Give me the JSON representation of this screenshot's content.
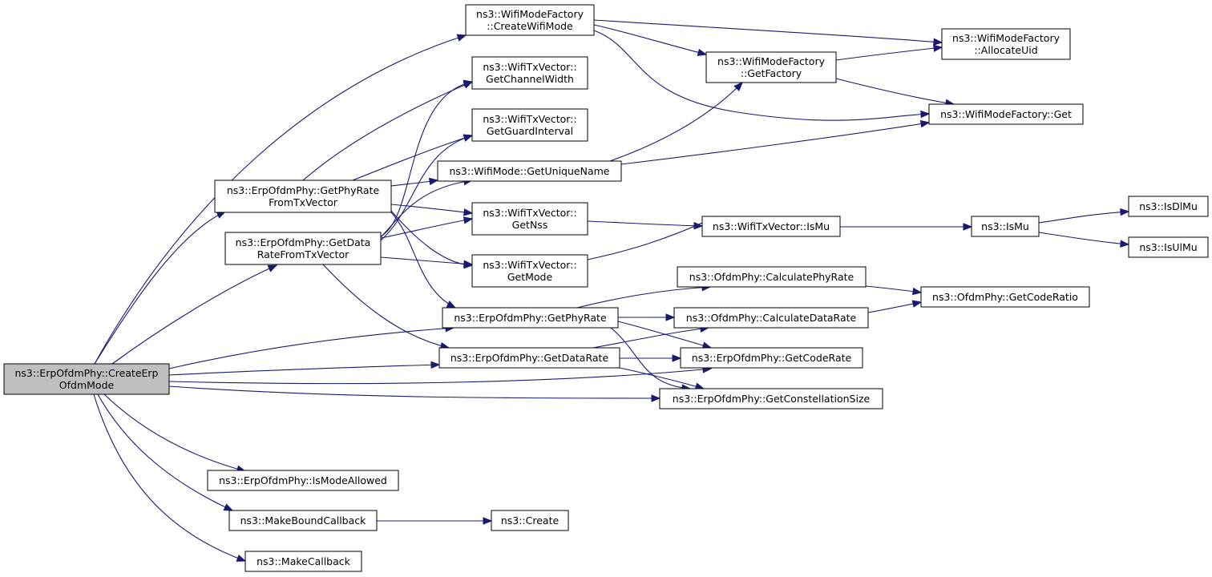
{
  "graph": {
    "focus_node": "n_createerp",
    "nodes": [
      {
        "id": "n_createerp",
        "lines": [
          "ns3::ErpOfdmPhy::CreateErp",
          "OfdmMode"
        ]
      },
      {
        "id": "n_createwifimode",
        "lines": [
          "ns3::WifiModeFactory",
          "::CreateWifiMode"
        ]
      },
      {
        "id": "n_allocateuid",
        "lines": [
          "ns3::WifiModeFactory",
          "::AllocateUid"
        ]
      },
      {
        "id": "n_getfactory",
        "lines": [
          "ns3::WifiModeFactory",
          "::GetFactory"
        ]
      },
      {
        "id": "n_wmfget",
        "lines": [
          "ns3::WifiModeFactory::Get"
        ]
      },
      {
        "id": "n_getchannelwidth",
        "lines": [
          "ns3::WifiTxVector::",
          "GetChannelWidth"
        ]
      },
      {
        "id": "n_getguardinterval",
        "lines": [
          "ns3::WifiTxVector::",
          "GetGuardInterval"
        ]
      },
      {
        "id": "n_getuniquename",
        "lines": [
          "ns3::WifiMode::GetUniqueName"
        ]
      },
      {
        "id": "n_getphyratefromtx",
        "lines": [
          "ns3::ErpOfdmPhy::GetPhyRate",
          "FromTxVector"
        ]
      },
      {
        "id": "n_getdataratefromtx",
        "lines": [
          "ns3::ErpOfdmPhy::GetData",
          "RateFromTxVector"
        ]
      },
      {
        "id": "n_getnss",
        "lines": [
          "ns3::WifiTxVector::",
          "GetNss"
        ]
      },
      {
        "id": "n_getmode",
        "lines": [
          "ns3::WifiTxVector::",
          "GetMode"
        ]
      },
      {
        "id": "n_txismu",
        "lines": [
          "ns3::WifiTxVector::IsMu"
        ]
      },
      {
        "id": "n_ismu",
        "lines": [
          "ns3::IsMu"
        ]
      },
      {
        "id": "n_isdlmu",
        "lines": [
          "ns3::IsDlMu"
        ]
      },
      {
        "id": "n_isulmu",
        "lines": [
          "ns3::IsUlMu"
        ]
      },
      {
        "id": "n_calcphyrate",
        "lines": [
          "ns3::OfdmPhy::CalculatePhyRate"
        ]
      },
      {
        "id": "n_getcoderatio",
        "lines": [
          "ns3::OfdmPhy::GetCodeRatio"
        ]
      },
      {
        "id": "n_getphyrate",
        "lines": [
          "ns3::ErpOfdmPhy::GetPhyRate"
        ]
      },
      {
        "id": "n_calcdatarate",
        "lines": [
          "ns3::OfdmPhy::CalculateDataRate"
        ]
      },
      {
        "id": "n_getdatarate",
        "lines": [
          "ns3::ErpOfdmPhy::GetDataRate"
        ]
      },
      {
        "id": "n_getcoderate",
        "lines": [
          "ns3::ErpOfdmPhy::GetCodeRate"
        ]
      },
      {
        "id": "n_getconstsize",
        "lines": [
          "ns3::ErpOfdmPhy::GetConstellationSize"
        ]
      },
      {
        "id": "n_ismodeallowed",
        "lines": [
          "ns3::ErpOfdmPhy::IsModeAllowed"
        ]
      },
      {
        "id": "n_makeboundcb",
        "lines": [
          "ns3::MakeBoundCallback"
        ]
      },
      {
        "id": "n_create",
        "lines": [
          "ns3::Create"
        ]
      },
      {
        "id": "n_makecallback",
        "lines": [
          "ns3::MakeCallback"
        ]
      }
    ],
    "edges": [
      {
        "from": "n_createerp",
        "to": "n_createwifimode"
      },
      {
        "from": "n_createerp",
        "to": "n_getphyratefromtx"
      },
      {
        "from": "n_createerp",
        "to": "n_getdataratefromtx"
      },
      {
        "from": "n_createerp",
        "to": "n_getphyrate"
      },
      {
        "from": "n_createerp",
        "to": "n_getdatarate"
      },
      {
        "from": "n_createerp",
        "to": "n_getcoderate"
      },
      {
        "from": "n_createerp",
        "to": "n_getconstsize"
      },
      {
        "from": "n_createerp",
        "to": "n_ismodeallowed"
      },
      {
        "from": "n_createerp",
        "to": "n_makeboundcb"
      },
      {
        "from": "n_createerp",
        "to": "n_makecallback"
      },
      {
        "from": "n_createwifimode",
        "to": "n_allocateuid"
      },
      {
        "from": "n_createwifimode",
        "to": "n_getfactory"
      },
      {
        "from": "n_createwifimode",
        "to": "n_wmfget"
      },
      {
        "from": "n_getfactory",
        "to": "n_allocateuid"
      },
      {
        "from": "n_getfactory",
        "to": "n_wmfget"
      },
      {
        "from": "n_getuniquename",
        "to": "n_getfactory"
      },
      {
        "from": "n_getuniquename",
        "to": "n_wmfget"
      },
      {
        "from": "n_getphyratefromtx",
        "to": "n_getchannelwidth"
      },
      {
        "from": "n_getphyratefromtx",
        "to": "n_getguardinterval"
      },
      {
        "from": "n_getphyratefromtx",
        "to": "n_getuniquename"
      },
      {
        "from": "n_getphyratefromtx",
        "to": "n_getnss"
      },
      {
        "from": "n_getphyratefromtx",
        "to": "n_getmode"
      },
      {
        "from": "n_getphyratefromtx",
        "to": "n_getphyrate"
      },
      {
        "from": "n_getdataratefromtx",
        "to": "n_getchannelwidth"
      },
      {
        "from": "n_getdataratefromtx",
        "to": "n_getguardinterval"
      },
      {
        "from": "n_getdataratefromtx",
        "to": "n_getuniquename"
      },
      {
        "from": "n_getdataratefromtx",
        "to": "n_getnss"
      },
      {
        "from": "n_getdataratefromtx",
        "to": "n_getmode"
      },
      {
        "from": "n_getdataratefromtx",
        "to": "n_getdatarate"
      },
      {
        "from": "n_getnss",
        "to": "n_txismu"
      },
      {
        "from": "n_getmode",
        "to": "n_txismu"
      },
      {
        "from": "n_txismu",
        "to": "n_ismu"
      },
      {
        "from": "n_ismu",
        "to": "n_isdlmu"
      },
      {
        "from": "n_ismu",
        "to": "n_isulmu"
      },
      {
        "from": "n_getphyrate",
        "to": "n_calcphyrate"
      },
      {
        "from": "n_getphyrate",
        "to": "n_calcdatarate"
      },
      {
        "from": "n_getphyrate",
        "to": "n_getcoderate"
      },
      {
        "from": "n_getphyrate",
        "to": "n_getconstsize"
      },
      {
        "from": "n_getdatarate",
        "to": "n_calcdatarate"
      },
      {
        "from": "n_getdatarate",
        "to": "n_getcoderate"
      },
      {
        "from": "n_getdatarate",
        "to": "n_getconstsize"
      },
      {
        "from": "n_calcphyrate",
        "to": "n_getcoderatio"
      },
      {
        "from": "n_calcdatarate",
        "to": "n_getcoderatio"
      },
      {
        "from": "n_makeboundcb",
        "to": "n_create"
      }
    ]
  },
  "colors": {
    "edge": "#191970",
    "node_fill": "#ffffff",
    "focus_fill": "#bfbfbf",
    "node_border": "#000000"
  }
}
